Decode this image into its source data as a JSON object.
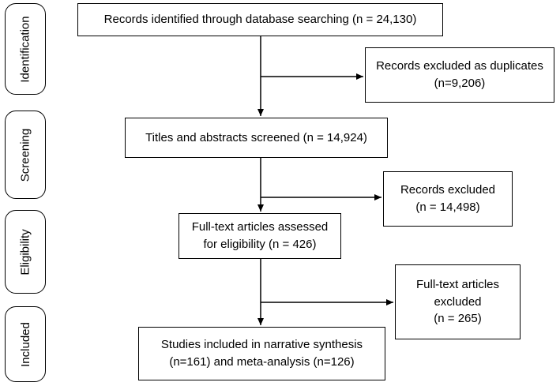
{
  "phases": [
    {
      "label": "Identification"
    },
    {
      "label": "Screening"
    },
    {
      "label": "Eligibility"
    },
    {
      "label": "Included"
    }
  ],
  "main_boxes": {
    "identified": "Records identified through database searching (n = 24,130)",
    "screened": "Titles and abstracts screened (n = 14,924)",
    "fulltext": "Full-text articles assessed\nfor eligibility (n = 426)",
    "included": "Studies included in narrative synthesis\n(n=161) and meta-analysis (n=126)"
  },
  "side_boxes": {
    "duplicates": "Records excluded as duplicates\n(n=9,206)",
    "excluded_screening": "Records excluded\n(n = 14,498)",
    "excluded_fulltext": "Full-text articles\nexcluded\n(n = 265)"
  }
}
